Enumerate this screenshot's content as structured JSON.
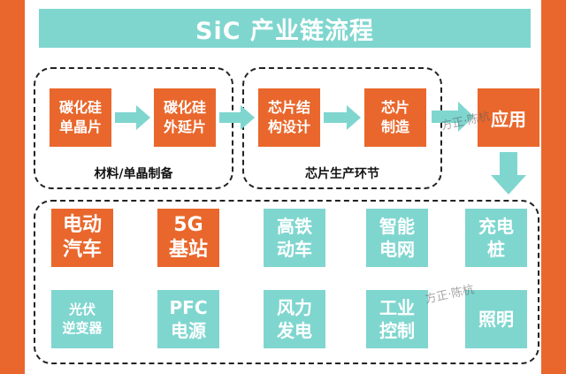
{
  "title": "SiC 产业链流程",
  "chain": {
    "step1": "碳化硅\n单晶片",
    "step2": "碳化硅\n外延片",
    "step3": "芯片结\n构设计",
    "step4": "芯片\n制造",
    "step5": "应用",
    "group1_label": "材料/单晶制备",
    "group2_label": "芯片生产环节"
  },
  "applications": [
    "电动\n汽车",
    "5G\n基站",
    "高铁\n动车",
    "智能\n电网",
    "充电\n桩",
    "光伏\n逆变器",
    "PFC\n电源",
    "风力\n发电",
    "工业\n控制",
    "照明"
  ],
  "watermark": "方正·陈杭",
  "colors": {
    "orange": "#e9672c",
    "teal": "#7fd6cf",
    "white": "#ffffff"
  }
}
